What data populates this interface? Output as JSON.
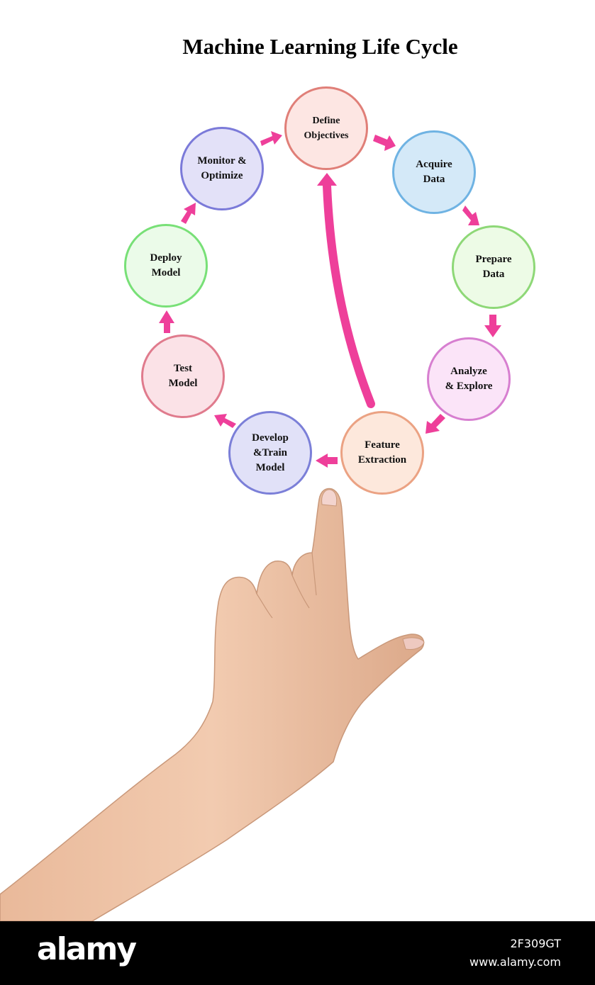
{
  "title": "Machine Learning Life Cycle",
  "nodes": {
    "define": "Define\nObjectives",
    "acquire": "Acquire\nData",
    "prepare": "Prepare\nData",
    "analyze": "Analyze\n& Explore",
    "feature": "Feature\nExtraction",
    "develop": "Develop\n&Train\nModel",
    "test": "Test\nModel",
    "deploy": "Deploy\nModel",
    "monitor": "Monitor &\nOptimize"
  },
  "colors": {
    "arrow": "#ee3f9a"
  },
  "footer": {
    "brand": "alamy",
    "image_id": "2F309GT",
    "site": "www.alamy.com"
  }
}
